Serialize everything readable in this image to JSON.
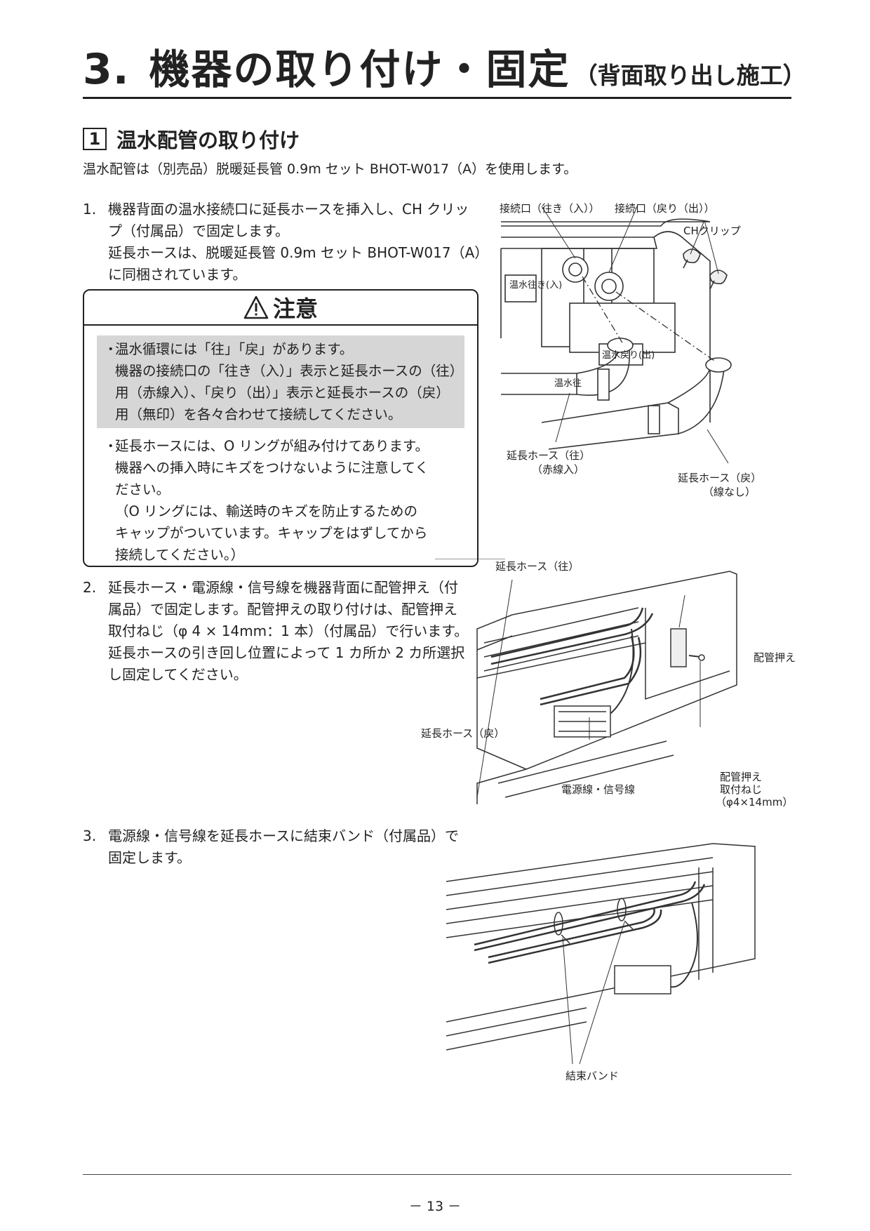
{
  "chapter": {
    "number": "3.",
    "title": "機器の取り付け・固定",
    "subtitle": "（背面取り出し施工）"
  },
  "section": {
    "number": "1",
    "title": "温水配管の取り付け",
    "intro": "温水配管は（別売品）脱暖延長管 0.9m セット BHOT-W017（A）を使用します。"
  },
  "steps": [
    {
      "number": "1.",
      "lines": [
        "機器背面の温水接続口に延長ホースを挿入し、CH クリッ",
        "プ（付属品）で固定します。",
        "延長ホースは、脱暖延長管 0.9m セット BHOT-W017（A）",
        "に同梱されています。"
      ]
    },
    {
      "number": "2.",
      "lines": [
        "延長ホース・電源線・信号線を機器背面に配管押え（付",
        "属品）で固定します。配管押えの取り付けは、配管押え",
        "取付ねじ（φ 4 × 14mm：1 本）（付属品）で行います。",
        "延長ホースの引き回し位置によって 1 カ所か 2 カ所選択",
        "し固定してください。"
      ]
    },
    {
      "number": "3.",
      "lines": [
        "電源線・信号線を延長ホースに結束バンド（付属品）で",
        "固定します。"
      ]
    }
  ],
  "caution": {
    "title": "注意",
    "items": [
      {
        "lines": [
          "温水循環には「往」「戻」があります。",
          "機器の接続口の「往き（入）」表示と延長ホースの（往）",
          "用（赤線入）、「戻り（出）」表示と延長ホースの（戻）",
          "用（無印）を各々合わせて接続してください。"
        ]
      },
      {
        "lines": [
          "延長ホースには、O リングが組み付けてあります。",
          "機器への挿入時にキズをつけないように注意してく",
          "ださい。",
          "（O リングには、輸送時のキズを防止するための",
          "キャップがついています。キャップをはずしてから",
          "接続してください。）"
        ]
      }
    ]
  },
  "figure1": {
    "label_inlet": "接続口（往き（入））",
    "label_outlet": "接続口（戻り（出））",
    "label_clip": "CHクリップ",
    "tag_supply": "温水往き(入)",
    "tag_return": "温水戻り(出)",
    "hose_print": "温水往",
    "label_hose_supply": "延長ホース（往）",
    "label_hose_supply_note": "（赤線入）",
    "label_hose_return": "延長ホース（戻）",
    "label_hose_return_note": "（線なし）"
  },
  "figure2": {
    "label_hose_supply": "延長ホース（往）",
    "label_hose_return": "延長ホース（戻）",
    "label_clamp": "配管押え",
    "label_screw_1": "配管押え",
    "label_screw_2": "取付ねじ",
    "label_screw_3": "（φ4×14mm）",
    "label_wires": "電源線・信号線"
  },
  "figure3": {
    "label_band": "結束バンド"
  },
  "footer": {
    "page": "－ 13 －"
  }
}
